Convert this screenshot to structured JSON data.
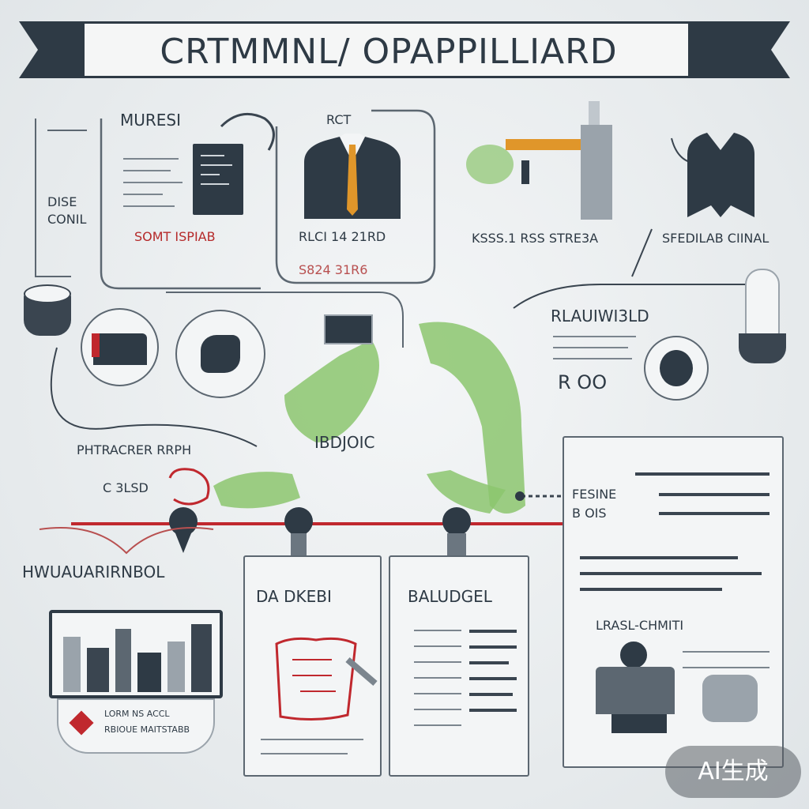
{
  "banner": {
    "title": "CRTMMNL/ OPAPPILLIARD"
  },
  "sections": {
    "top1": {
      "title": "MURESI",
      "caption": "SOMT ISPIAB"
    },
    "top2": {
      "title": "RCT",
      "caption": "RLCI 14 21RD",
      "sub": "S824 31R6"
    },
    "top3": {
      "title": "KSSS.1 RSS STRE3A"
    },
    "top4": {
      "title": "SFEDILAB CIINAL"
    },
    "leftside": {
      "label": "DISE CONIL"
    },
    "midright": {
      "title": "RLAUIWI3LD",
      "value": "R OO"
    },
    "midleft": {
      "title": "PHTRACRER RRPH",
      "value": "C 3LSD"
    },
    "center": {
      "label": "IBDJOIC"
    },
    "right": {
      "label1": "FESINE",
      "label2": "B OIS",
      "label3": "LRASL-CHMITI"
    },
    "bottom": {
      "left_title": "HWUAUARIRNBOL",
      "left_caption1": "LORM NS ACCL",
      "left_caption2": "RBIOUE MAITSTABB"
    },
    "card1": {
      "title": "DA DKEBI"
    },
    "card2": {
      "title": "BALUDGEL"
    }
  },
  "watermark": {
    "text": "AI生成"
  },
  "colors": {
    "accent_red": "#c0282e",
    "green": "#8cc56e",
    "orange": "#e0962a",
    "navy": "#2e3a45"
  }
}
